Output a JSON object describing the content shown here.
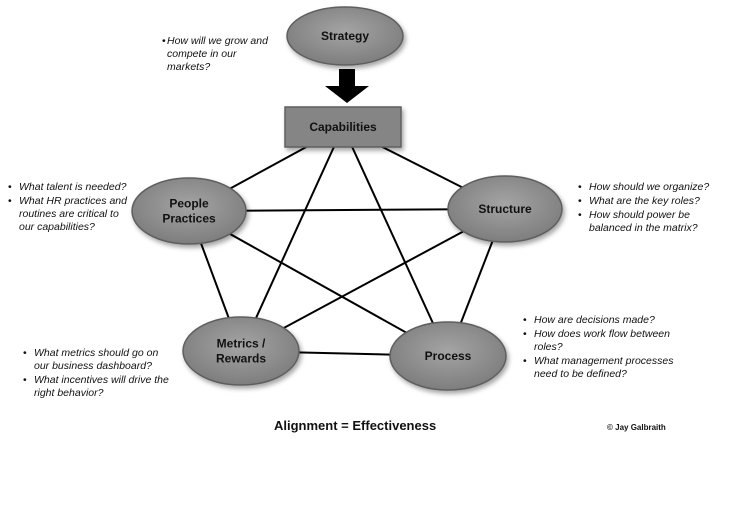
{
  "diagram": {
    "nodes": {
      "strategy": {
        "lines": [
          "Strategy"
        ]
      },
      "capabilities": {
        "lines": [
          "Capabilities"
        ]
      },
      "people": {
        "lines": [
          "People",
          "Practices"
        ]
      },
      "structure": {
        "lines": [
          "Structure"
        ]
      },
      "metrics": {
        "lines": [
          "Metrics /",
          "Rewards"
        ]
      },
      "process": {
        "lines": [
          "Process"
        ]
      }
    },
    "connections": [
      [
        "capabilities",
        "people"
      ],
      [
        "capabilities",
        "structure"
      ],
      [
        "capabilities",
        "metrics"
      ],
      [
        "capabilities",
        "process"
      ],
      [
        "people",
        "structure"
      ],
      [
        "people",
        "metrics"
      ],
      [
        "people",
        "process"
      ],
      [
        "structure",
        "metrics"
      ],
      [
        "structure",
        "process"
      ],
      [
        "metrics",
        "process"
      ]
    ],
    "arrow": {
      "from": "strategy",
      "to": "capabilities"
    }
  },
  "notes": {
    "strategy": [
      "How will we grow and compete in our markets?"
    ],
    "people": [
      "What talent is needed?",
      "What HR practices and routines are critical to our capabilities?"
    ],
    "structure": [
      "How should we organize?",
      "What are the key roles?",
      "How should power be balanced in the matrix?"
    ],
    "process": [
      "How are decisions made?",
      "How does work flow between roles?",
      "What management processes need to be defined?"
    ],
    "metrics": [
      "What metrics should go on our business dashboard?",
      "What incentives will drive the right behavior?"
    ]
  },
  "caption": "Alignment = Effectiveness",
  "copyright": "© Jay Galbraith",
  "colors": {
    "node_fill": "#858585",
    "node_stroke": "#5e5e5e",
    "line": "#000000",
    "text": "#111111"
  }
}
